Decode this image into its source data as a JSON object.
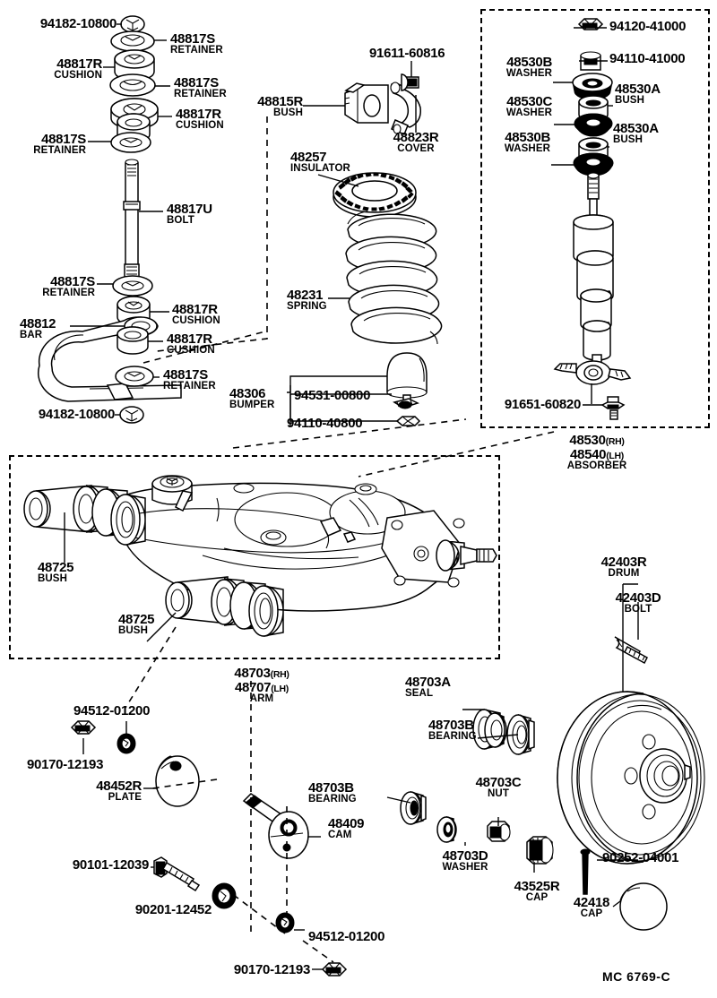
{
  "diagram": {
    "title": "Rear Suspension Exploded Parts Diagram",
    "footer_code": "MC  6769-C",
    "line_color": "#000000",
    "background": "#ffffff"
  },
  "groups": [
    {
      "id": "absorber-group",
      "label_pn": "48530",
      "label_pn_sfx": "(RH)",
      "label_pn2": "48540",
      "label_pn2_sfx": "(LH)",
      "label_nm": "ABSORBER"
    },
    {
      "id": "arm-group",
      "label_pn": "48703",
      "label_pn_sfx": "(RH)",
      "label_pn2": "48707",
      "label_pn2_sfx": "(LH)",
      "label_nm": "ARM"
    }
  ],
  "labels": {
    "stabilizer": [
      {
        "pn": "94182-10800",
        "nm": ""
      },
      {
        "pn": "48817S",
        "nm": "RETAINER"
      },
      {
        "pn": "48817R",
        "nm": "CUSHION"
      },
      {
        "pn": "48817S",
        "nm": "RETAINER"
      },
      {
        "pn": "48817R",
        "nm": "CUSHION"
      },
      {
        "pn": "48817S",
        "nm": "RETAINER"
      },
      {
        "pn": "48817U",
        "nm": "BOLT"
      },
      {
        "pn": "48817S",
        "nm": "RETAINER"
      },
      {
        "pn": "48817R",
        "nm": "CUSHION"
      },
      {
        "pn": "48812",
        "nm": "BAR"
      },
      {
        "pn": "48817R",
        "nm": "CUSHION"
      },
      {
        "pn": "48817S",
        "nm": "RETAINER"
      },
      {
        "pn": "94182-10800",
        "nm": ""
      }
    ],
    "spring": [
      {
        "pn": "91611-60816",
        "nm": ""
      },
      {
        "pn": "48815R",
        "nm": "BUSH"
      },
      {
        "pn": "48823R",
        "nm": "COVER"
      },
      {
        "pn": "48257",
        "nm": "INSULATOR"
      },
      {
        "pn": "48231",
        "nm": "SPRING"
      },
      {
        "pn": "48306",
        "nm": "BUMPER"
      },
      {
        "pn": "94531-00800",
        "nm": ""
      },
      {
        "pn": "94110-40800",
        "nm": ""
      }
    ],
    "absorber": [
      {
        "pn": "94120-41000",
        "nm": ""
      },
      {
        "pn": "94110-41000",
        "nm": ""
      },
      {
        "pn": "48530B",
        "nm": "WASHER"
      },
      {
        "pn": "48530A",
        "nm": "BUSH"
      },
      {
        "pn": "48530C",
        "nm": "WASHER"
      },
      {
        "pn": "48530A",
        "nm": "BUSH"
      },
      {
        "pn": "48530B",
        "nm": "WASHER"
      },
      {
        "pn": "91651-60820",
        "nm": ""
      }
    ],
    "arm": [
      {
        "pn": "48725",
        "nm": "BUSH"
      },
      {
        "pn": "48725",
        "nm": "BUSH"
      }
    ],
    "hub": [
      {
        "pn": "42403R",
        "nm": "DRUM"
      },
      {
        "pn": "42403D",
        "nm": "BOLT"
      },
      {
        "pn": "48703A",
        "nm": "SEAL"
      },
      {
        "pn": "48703B",
        "nm": "BEARING"
      },
      {
        "pn": "48703B",
        "nm": "BEARING"
      },
      {
        "pn": "48703C",
        "nm": "NUT"
      },
      {
        "pn": "48703D",
        "nm": "WASHER"
      },
      {
        "pn": "43525R",
        "nm": "CAP"
      },
      {
        "pn": "90252-04001",
        "nm": ""
      },
      {
        "pn": "42418",
        "nm": "CAP"
      }
    ],
    "hardware": [
      {
        "pn": "94512-01200",
        "nm": ""
      },
      {
        "pn": "90170-12193",
        "nm": ""
      },
      {
        "pn": "48452R",
        "nm": "PLATE"
      },
      {
        "pn": "48409",
        "nm": "CAM"
      },
      {
        "pn": "90101-12039",
        "nm": ""
      },
      {
        "pn": "90201-12452",
        "nm": ""
      },
      {
        "pn": "94512-01200",
        "nm": ""
      },
      {
        "pn": "90170-12193",
        "nm": ""
      }
    ]
  }
}
